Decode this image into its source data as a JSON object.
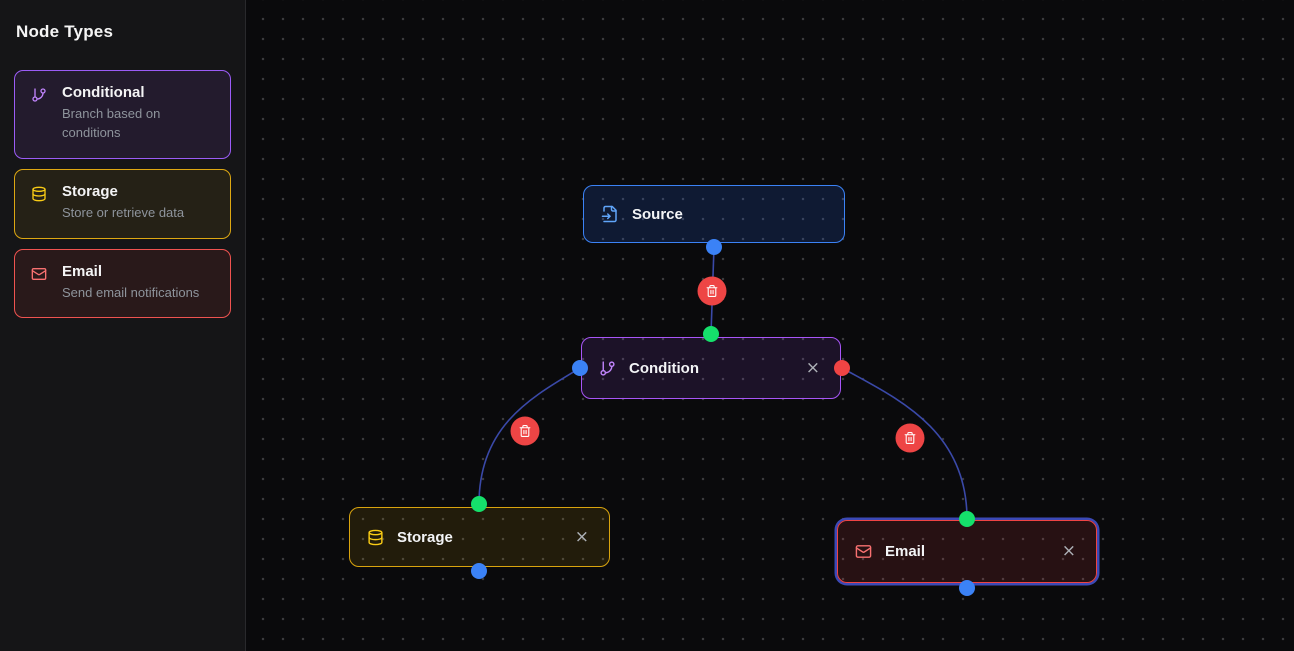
{
  "sidebar": {
    "title": "Node Types",
    "items": [
      {
        "id": "conditional",
        "label": "Conditional",
        "description": "Branch based on conditions",
        "icon": "git-branch-icon",
        "accent_color": "#9b5cf6"
      },
      {
        "id": "storage",
        "label": "Storage",
        "description": "Store or retrieve data",
        "icon": "database-icon",
        "accent_color": "#dda712"
      },
      {
        "id": "email",
        "label": "Email",
        "description": "Send email notifications",
        "icon": "mail-icon",
        "accent_color": "#ef5350"
      }
    ]
  },
  "canvas": {
    "close_glyph": "×",
    "nodes": [
      {
        "id": "source",
        "label": "Source",
        "icon": "file-input-icon",
        "accent_color": "#3b82f6",
        "closable": false,
        "selected": false
      },
      {
        "id": "condition",
        "label": "Condition",
        "icon": "git-branch-icon",
        "accent_color": "#a855f7",
        "closable": true,
        "selected": false
      },
      {
        "id": "storage",
        "label": "Storage",
        "icon": "database-icon",
        "accent_color": "#d9a40e",
        "closable": true,
        "selected": false
      },
      {
        "id": "email",
        "label": "Email",
        "icon": "mail-icon",
        "accent_color": "#ef4444",
        "closable": true,
        "selected": true
      }
    ],
    "edges": [
      {
        "id": "source-to-condition",
        "from": "source",
        "to": "condition",
        "has_delete_button": true
      },
      {
        "id": "condition-to-storage",
        "from": "condition",
        "to": "storage",
        "has_delete_button": true
      },
      {
        "id": "condition-to-email",
        "from": "condition",
        "to": "email",
        "has_delete_button": true
      }
    ],
    "handle_colors": {
      "output": "#3b82f6",
      "input": "#15e06b",
      "condition_left_output": "#3b82f6",
      "condition_right_output": "#ef4444"
    },
    "edge_color": "#3a49a8",
    "delete_button_color": "#ee4545",
    "selected_outline_color": "#3c49b6",
    "background_color": "#0a0a0c",
    "dot_color": "#3b3b3e"
  }
}
